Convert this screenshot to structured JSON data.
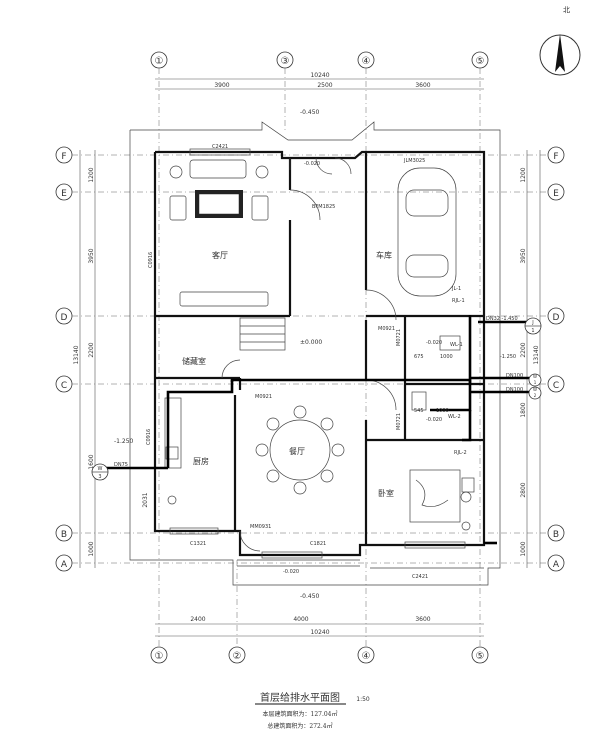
{
  "title": "首层给排水平面图",
  "scale": "1:50",
  "area_this_floor": "本层建筑面积为：127.04㎡",
  "area_total": "总建筑面积为：272.4㎡",
  "north_label": "北",
  "axes": {
    "top": [
      "①",
      "③",
      "④",
      "⑤"
    ],
    "bottom": [
      "①",
      "②",
      "④",
      "⑤"
    ],
    "rows": [
      "F",
      "E",
      "D",
      "C",
      "B",
      "A"
    ]
  },
  "dims": {
    "top_total": "10240",
    "top_segments": [
      "3900",
      "2500",
      "3600"
    ],
    "bottom_total": "10240",
    "bottom_segments": [
      "2400",
      "4000",
      "3600"
    ],
    "left_segments": [
      "1200",
      "3950",
      "2200",
      "1600",
      "2031",
      "1000"
    ],
    "left_total": "13140",
    "right_segments": [
      "1200",
      "3950",
      "2200",
      "1800",
      "2800",
      "1000"
    ],
    "right_total": "13140"
  },
  "rooms": {
    "living": "客厅",
    "garage": "车库",
    "storage": "储藏室",
    "kitchen": "厨房",
    "dining": "餐厅",
    "bedroom": "卧室"
  },
  "labels": {
    "elev_top": "-0.450",
    "elev_bottom": "-0.450",
    "elev_entry": "-0.020",
    "elev_porch": "-0.020",
    "elev_bath": "-0.020",
    "elev_bath2": "-0.020",
    "elev_floor": "±0.000",
    "elev_kitchen_pipe": "-1.250",
    "elev_right_pipe": "-1.250",
    "c2421_top": "C2421",
    "c2421_bottom": "C2421",
    "c1321": "C1321",
    "c1821": "C1821",
    "c0916_left": "C0916",
    "c0916_kitchen": "C0916",
    "bfm1825": "BFM1825",
    "jlm3025": "JLM3025",
    "m0921_a": "M0921",
    "m0921_b": "M0921",
    "m0721_a": "M0721",
    "m0721_b": "M0721",
    "mm0931": "MM0931",
    "jl1": "JL-1",
    "rjl1": "RJL-1",
    "wl1": "WL-1",
    "wl2": "WL-2",
    "rjl2": "RJL-2",
    "dn32": "DN32 -1.450",
    "dn100_a": "DN100",
    "dn100_b": "DN100",
    "dn75": "DN75",
    "d675": "675",
    "d1000": "1000",
    "d545": "545",
    "d1000b": "1000",
    "jl_circle": "J",
    "jl_num": "1",
    "w1_circle": "W",
    "w1_num": "1",
    "w2_circle": "W",
    "w2_num": "2",
    "w3_circle": "W",
    "w3_num": "3"
  }
}
